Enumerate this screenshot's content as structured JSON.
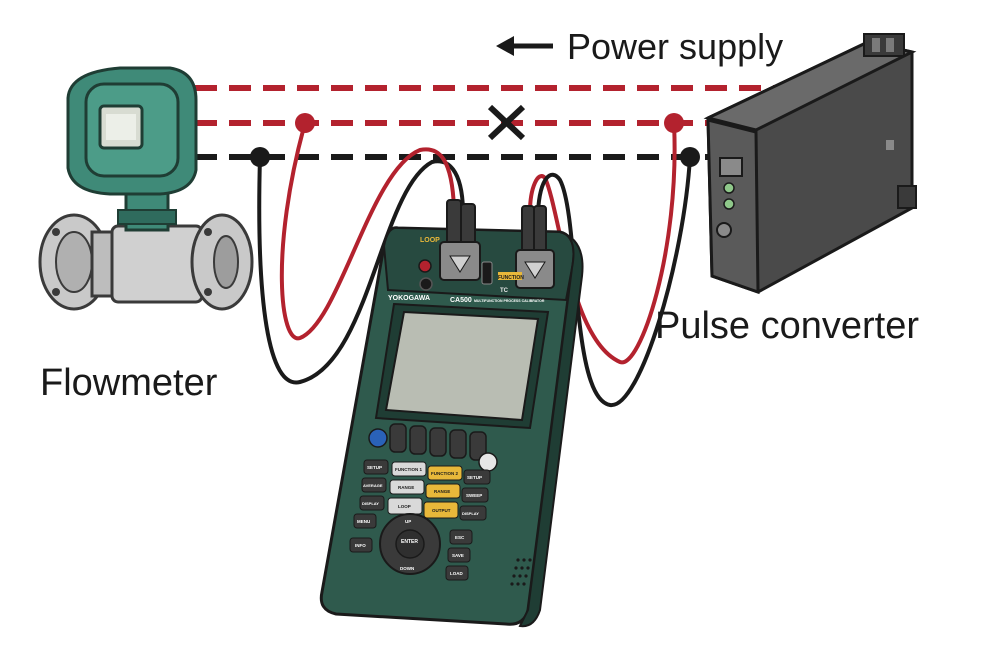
{
  "labels": {
    "power_supply": "Power supply",
    "flowmeter": "Flowmeter",
    "pulse_converter": "Pulse converter"
  },
  "calibrator": {
    "brand": "YOKOGAWA",
    "model": "CA500",
    "subtitle": "MULTIFUNCTION PROCESS CALIBRATOR",
    "terminal_loop": "LOOP",
    "terminal_function": "FUNCTION",
    "terminal_tc": "TC",
    "keys": {
      "setup_left": "SETUP",
      "average": "AVERAGE",
      "display_left": "DISPLAY",
      "function1": "FUNCTION 1",
      "range_left": "RANGE",
      "loop": "LOOP",
      "function2": "FUNCTION 2",
      "range_right": "RANGE",
      "output": "OUTPUT",
      "setup_right": "SETUP",
      "sweep": "SWEEP",
      "display_right": "DISPLAY",
      "menu": "MENU",
      "info": "INFO",
      "enter": "ENTER",
      "up": "UP",
      "down": "DOWN",
      "esc": "ESC",
      "save": "SAVE",
      "load": "LOAD"
    }
  },
  "colors": {
    "red_line": "#b3222e",
    "black_line": "#1a1a1a",
    "calibrator_body": "#2f5a4d",
    "calibrator_dark": "#1f3d34",
    "flowmeter_green": "#3f8a78",
    "converter_gray": "#4a4a4a",
    "yellow_key": "#e8b83a",
    "screen": "#b9bdb3"
  },
  "icons": [
    "arrow-left-icon",
    "cross-icon",
    "power-icon",
    "backlight-icon"
  ]
}
